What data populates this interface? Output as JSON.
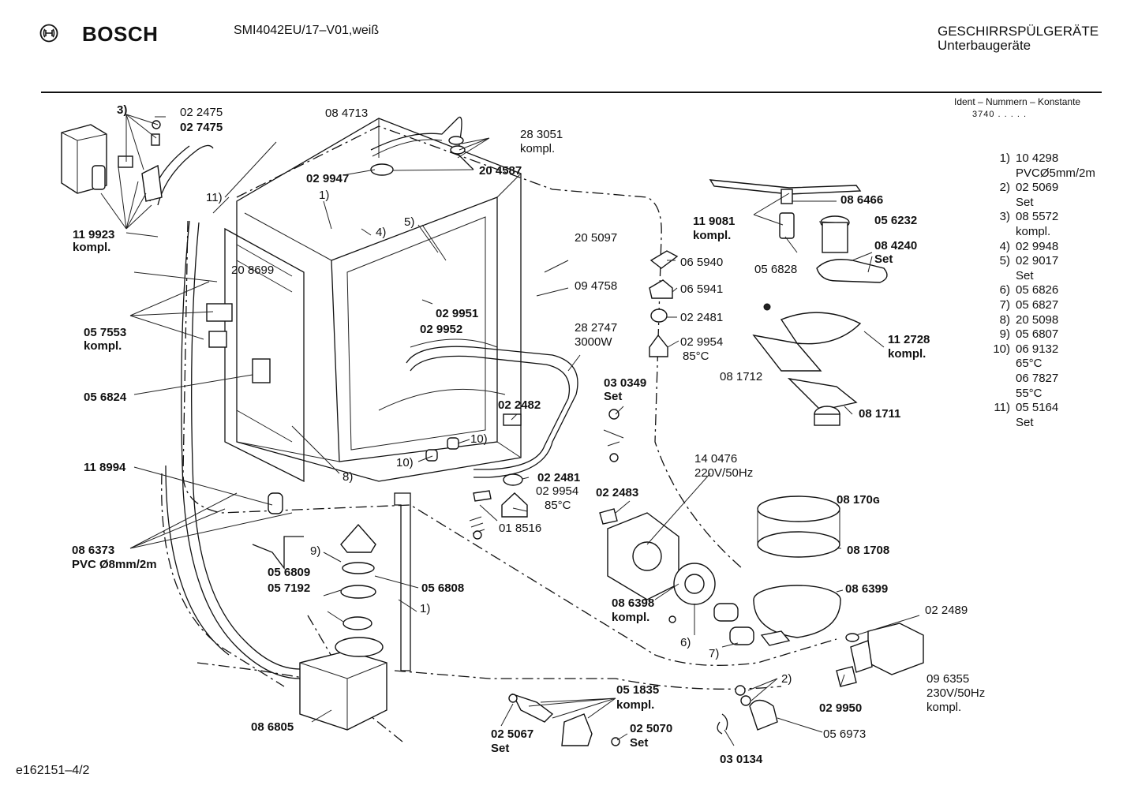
{
  "header": {
    "brand": "BOSCH",
    "model": "SMI4042EU/17–V01,weiß",
    "category": "GESCHIRRSPÜLGERÄTE",
    "subcategory": "Unterbaugeräte",
    "ident_title": "Ident – Nummern – Konstante",
    "ident_code": "3740 . . . . ."
  },
  "footer": {
    "code": "e162151–4/2"
  },
  "legend": [
    {
      "n": "1)",
      "lines": [
        "10 4298",
        "PVCØ5mm/2m"
      ]
    },
    {
      "n": "2)",
      "lines": [
        "02 5069",
        "Set"
      ]
    },
    {
      "n": "3)",
      "lines": [
        "08 5572",
        "kompl."
      ]
    },
    {
      "n": "4)",
      "lines": [
        "02 9948"
      ]
    },
    {
      "n": "5)",
      "lines": [
        "02 9017",
        "Set"
      ]
    },
    {
      "n": "6)",
      "lines": [
        "05 6826"
      ]
    },
    {
      "n": "7)",
      "lines": [
        "05 6827"
      ]
    },
    {
      "n": "8)",
      "lines": [
        "20 5098"
      ]
    },
    {
      "n": "9)",
      "lines": [
        "05 6807"
      ]
    },
    {
      "n": "10)",
      "lines": [
        "06 9132",
        "65°C",
        "06 7827",
        "55°C"
      ]
    },
    {
      "n": "11)",
      "lines": [
        "05 5164",
        "Set"
      ]
    }
  ],
  "labels": {
    "l3": "3)",
    "p022475": "02 2475",
    "p027475": "02 7475",
    "p084713": "08 4713",
    "p283051": "28 3051",
    "kompl_a": "kompl.",
    "p029947": "02 9947",
    "p204587": "20 4587",
    "l11": "11)",
    "l1a": "1)",
    "l4": "4)",
    "l5": "5)",
    "p119923": "11 9923",
    "kompl_b": "kompl.",
    "p208699": "20 8699",
    "p205097": "20 5097",
    "p094758": "09 4758",
    "p029951": "02 9951",
    "p029952": "02 9952",
    "p057553": "05 7553",
    "kompl_c": "kompl.",
    "p056824": "05 6824",
    "p282747": "28 2747",
    "w3000": "3000W",
    "p030349": "03 0349",
    "set_a": "Set",
    "p022482": "02 2482",
    "l10a": "10)",
    "l10b": "10)",
    "p118994": "11 8994",
    "l8": "8)",
    "p022481a": "02 2481",
    "p029954a": "02 9954",
    "c85a": "85°C",
    "p018516": "01 8516",
    "p086373": "08 6373",
    "pvc8": "PVC Ø8mm/2m",
    "l9": "9)",
    "p056809": "05 6809",
    "p057192": "05 7192",
    "p056808": "05 6808",
    "l1b": "1)",
    "p086805": "08 6805",
    "p051835": "05 1835",
    "kompl_d": "kompl.",
    "p025067": "02 5067",
    "set_b": "Set",
    "p025070": "02 5070",
    "set_c": "Set",
    "p119081": "11 9081",
    "kompl_e": "kompl.",
    "p086466": "08 6466",
    "p056232": "05 6232",
    "p084240": "08 4240",
    "set_d": "Set",
    "p056828": "05 6828",
    "p065940": "06 5940",
    "p065941": "06 5941",
    "p022481b": "02 2481",
    "p029954b": "02 9954",
    "c85b": "85°C",
    "p112728": "11 2728",
    "kompl_f": "kompl.",
    "p081712": "08 1712",
    "p081711": "08 1711",
    "p140476": "14 0476",
    "v220": "220V/50Hz",
    "p022483": "02 2483",
    "p081709": "08 170ɢ",
    "p081708": "08 1708",
    "p086398": "08 6398",
    "kompl_g": "kompl.",
    "p086399": "08 6399",
    "l6": "6)",
    "l7": "7)",
    "p022489": "02 2489",
    "p096355": "09 6355",
    "v230": "230V/50Hz",
    "kompl_h": "kompl.",
    "l2": "2)",
    "p029950": "02 9950",
    "p030134": "03 0134",
    "p056973": "05 6973"
  },
  "icons": {
    "logo": "bosch-logo-icon"
  }
}
